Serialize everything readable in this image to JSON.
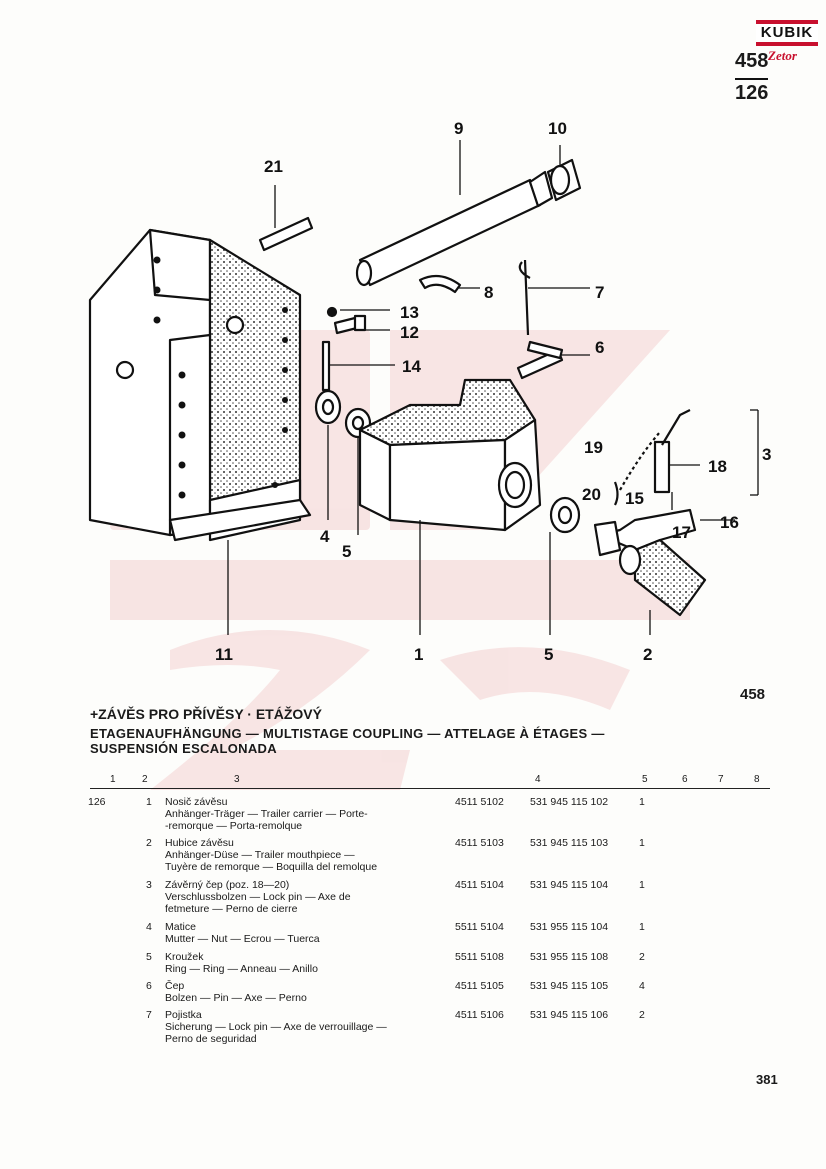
{
  "logo": {
    "word": "KUBIK",
    "sub": "Zetor"
  },
  "page_ref": {
    "top": "458",
    "bottom": "126"
  },
  "callouts": [
    "9",
    "10",
    "21",
    "8",
    "7",
    "13",
    "12",
    "6",
    "14",
    "19",
    "18",
    "3",
    "20",
    "15",
    "16",
    "17",
    "4",
    "5",
    "11",
    "1",
    "5",
    "2"
  ],
  "figure_number": "458",
  "title": {
    "cz": "+ZÁVĚS PRO PŘÍVĚSY · ETÁŽOVÝ",
    "multi1": "ETAGENAUFHÄNGUNG — MULTISTAGE COUPLING — ATTELAGE À ÉTAGES —",
    "multi2": "SUSPENSIÓN ESCALONADA"
  },
  "columns": [
    "1",
    "2",
    "3",
    "4",
    "5",
    "6",
    "7",
    "8"
  ],
  "rows": [
    {
      "fig": "126",
      "pos": "1",
      "lines": [
        "Nosič závěsu",
        "Anhänger-Träger — Trailer carrier — Porte-",
        "-remorque — Porta-remolque"
      ],
      "part1": "4511 5102",
      "part2": "531 945 115 102",
      "qty": "1"
    },
    {
      "fig": "",
      "pos": "2",
      "lines": [
        "Hubice závěsu",
        "Anhänger-Düse — Trailer mouthpiece —",
        "Tuyère de remorque — Boquilla del remolque"
      ],
      "part1": "4511 5103",
      "part2": "531 945 115 103",
      "qty": "1"
    },
    {
      "fig": "",
      "pos": "3",
      "lines": [
        "Závěrný čep (poz. 18—20)",
        "Verschlussbolzen — Lock pin — Axe de",
        "fetmeture — Perno de cierre"
      ],
      "part1": "4511 5104",
      "part2": "531 945 115 104",
      "qty": "1"
    },
    {
      "fig": "",
      "pos": "4",
      "lines": [
        "Matice",
        "Mutter — Nut — Ecrou — Tuerca"
      ],
      "part1": "5511 5104",
      "part2": "531 955 115 104",
      "qty": "1"
    },
    {
      "fig": "",
      "pos": "5",
      "lines": [
        "Kroužek",
        "Ring — Ring — Anneau — Anillo"
      ],
      "part1": "5511 5108",
      "part2": "531 955 115 108",
      "qty": "2"
    },
    {
      "fig": "",
      "pos": "6",
      "lines": [
        "Čep",
        "Bolzen — Pin — Axe — Perno"
      ],
      "part1": "4511 5105",
      "part2": "531 945 115 105",
      "qty": "4"
    },
    {
      "fig": "",
      "pos": "7",
      "lines": [
        "Pojistka",
        "Sicherung — Lock pin — Axe de verrouillage —",
        "Perno de seguridad"
      ],
      "part1": "4511 5106",
      "part2": "531 945 115 106",
      "qty": "2"
    }
  ],
  "page_number": "381",
  "colors": {
    "ink": "#1a1a1a",
    "brand_red": "#c8102e",
    "watermark": "#f4d6d6"
  }
}
